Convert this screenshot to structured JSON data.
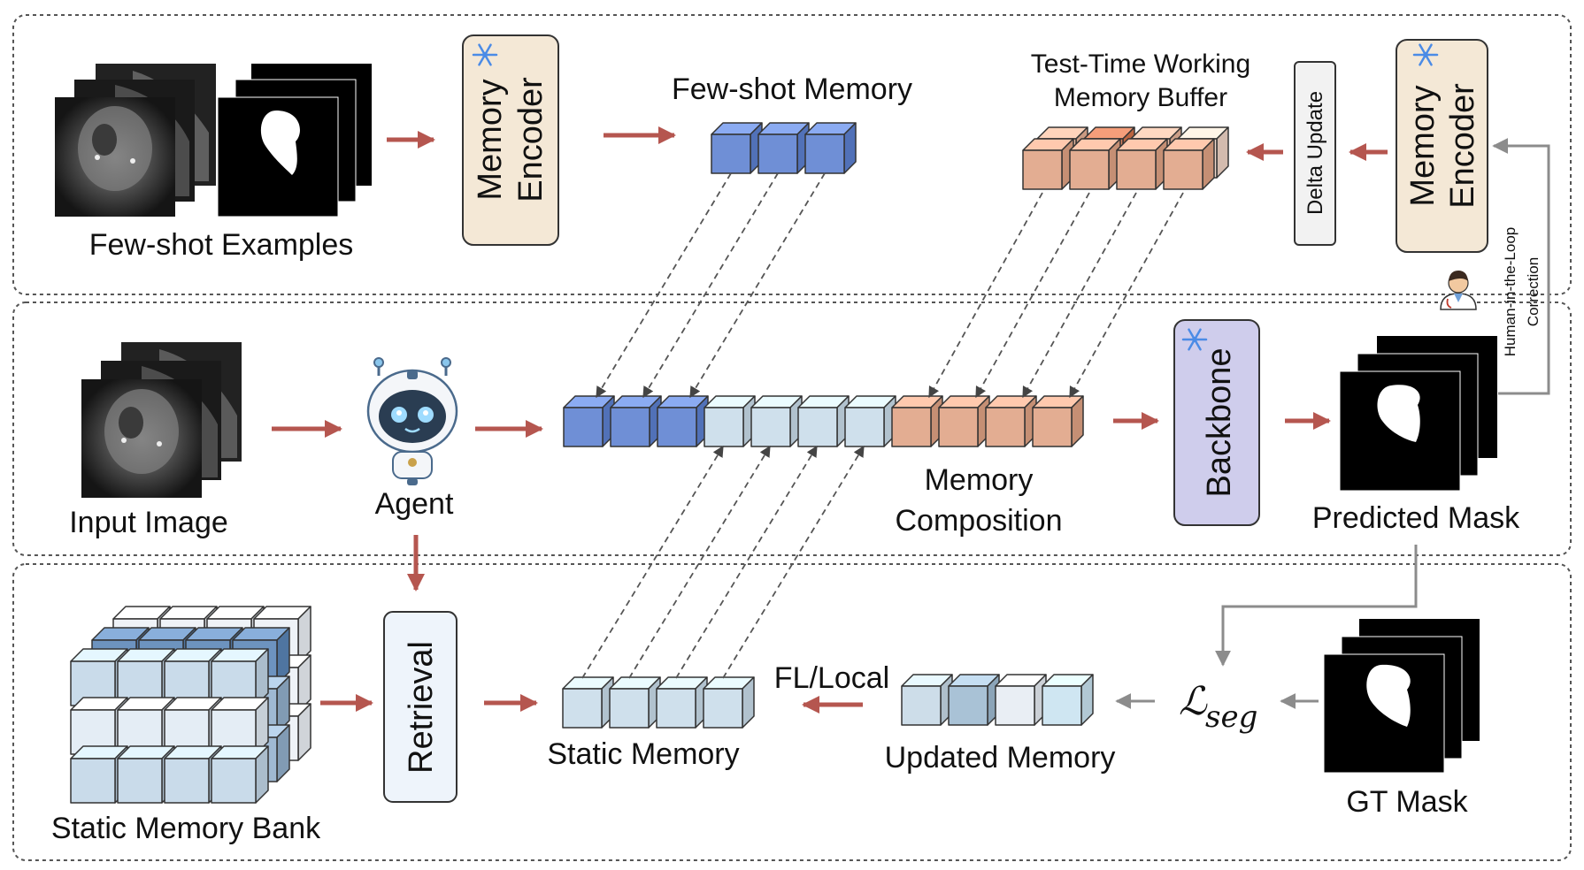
{
  "labels": {
    "few_shot_examples": "Few-shot Examples",
    "memory_encoder_line1": "Memory",
    "memory_encoder_line2": "Encoder",
    "few_shot_memory": "Few-shot Memory",
    "test_time_line1": "Test-Time Working",
    "test_time_line2": "Memory Buffer",
    "delta_update": "Delta Update",
    "human_loop_line1": "Human-in-the-Loop",
    "human_loop_line2": "Correction",
    "input_image": "Input Image",
    "agent": "Agent",
    "memory_composition_line1": "Memory",
    "memory_composition_line2": "Composition",
    "backbone": "Backbone",
    "predicted_mask": "Predicted Mask",
    "static_memory_bank": "Static Memory Bank",
    "retrieval": "Retrieval",
    "static_memory": "Static Memory",
    "fl_local": "FL/Local",
    "updated_memory": "Updated Memory",
    "loss_main": "ℒ",
    "loss_sub": "seg",
    "gt_mask": "GT Mask"
  },
  "colors": {
    "arrow": "#b5564f",
    "connector": "#8c8c8c",
    "encoder_fill": "#f4e8d6",
    "backbone_fill": "#cfcdec",
    "retrieval_fill": "#eef4fb",
    "few_shot_cube": "#6f8fd6",
    "static_cube": "#cfe0ec",
    "buffer_cube": "#e3ad92",
    "frozen_icon": "#4b8be6"
  },
  "icons": {
    "frozen": "snowflake-icon",
    "agent": "robot-icon",
    "human": "doctor-icon"
  }
}
